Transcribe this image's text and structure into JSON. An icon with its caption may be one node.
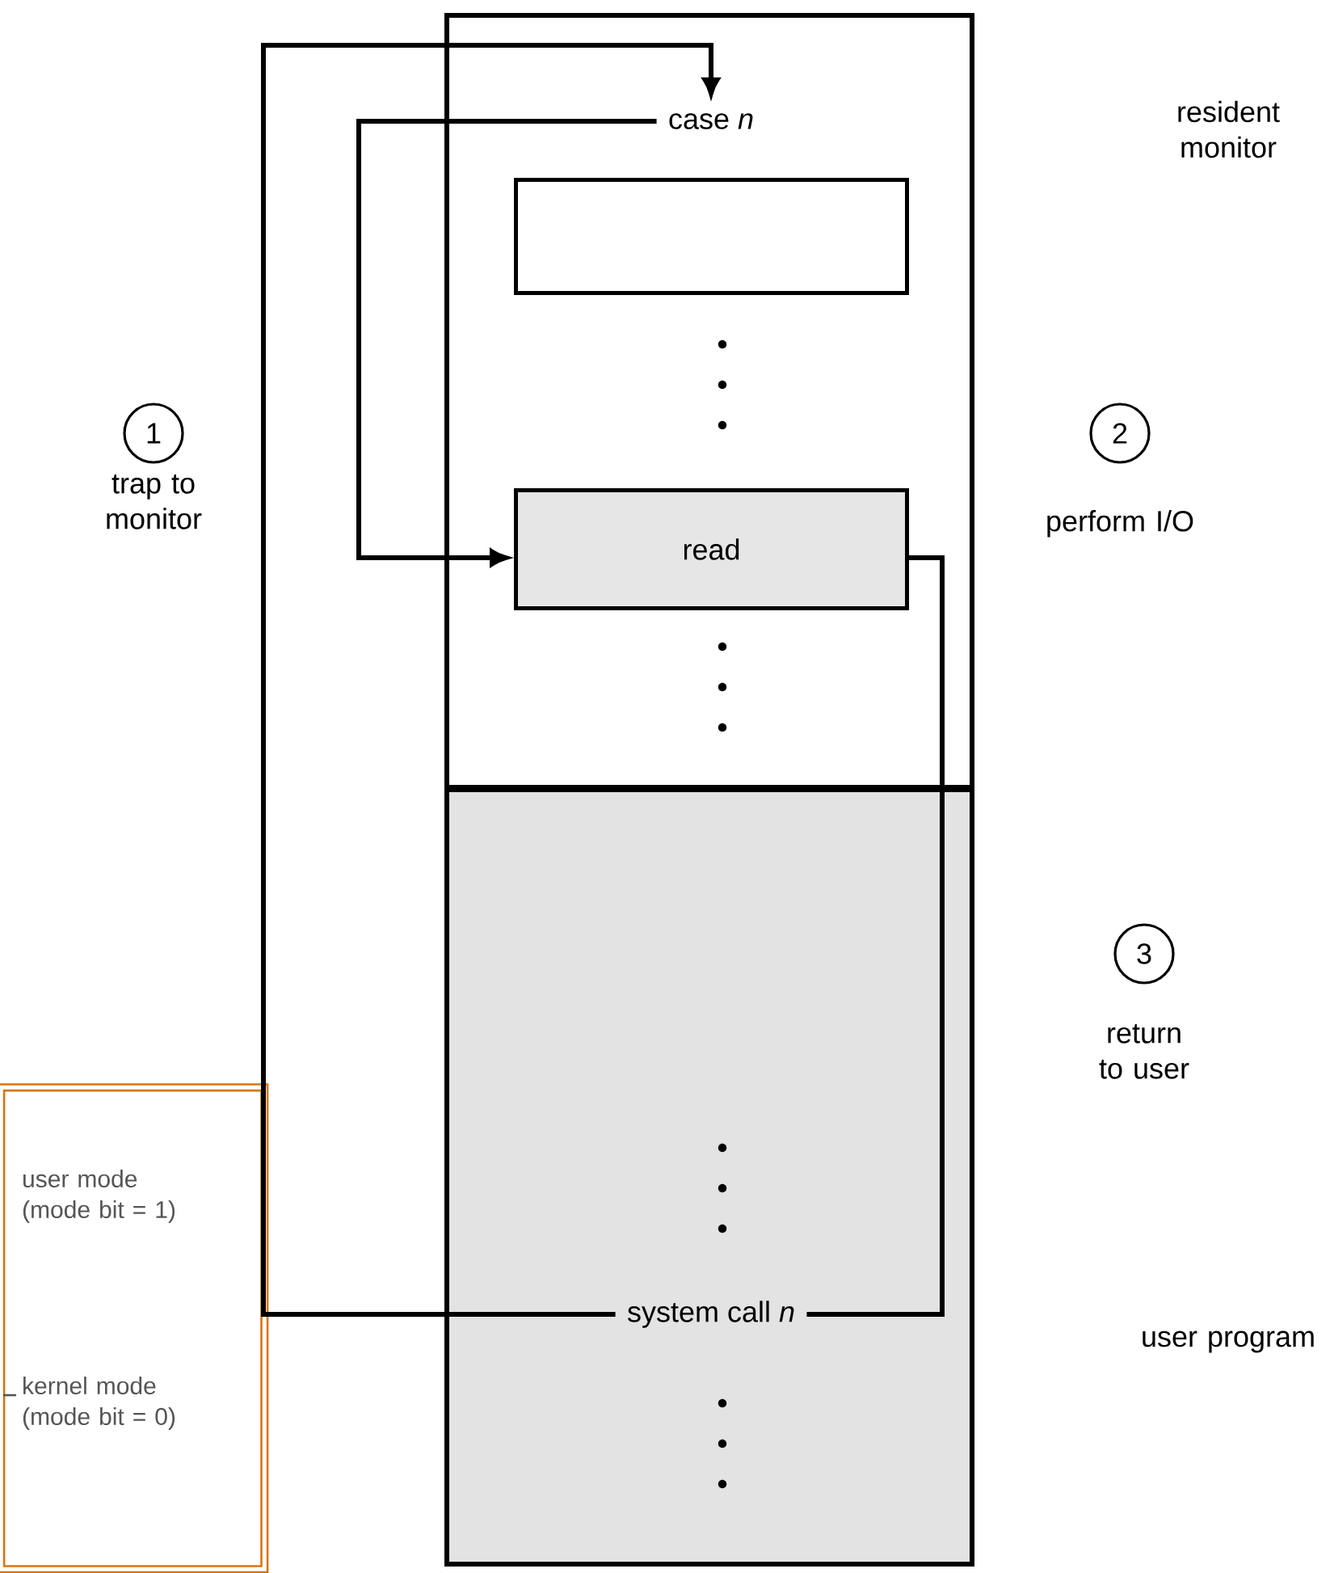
{
  "diagram": {
    "nodes": [
      {
        "text": [],
        "shape": "box"
      },
      {
        "text": [],
        "shape": "box"
      },
      {
        "text": [
          "case *n*"
        ],
        "in": 0
      },
      {
        "text": [],
        "shape": "box",
        "in": 0
      },
      {
        "text": [
          "read"
        ],
        "in": 0
      },
      {
        "text": [
          "system call *n*"
        ],
        "in": 1
      },
      {
        "text": [
          "1"
        ],
        "beside": [
          "trap to monitor"
        ]
      },
      {
        "text": [
          "2"
        ],
        "beside": [
          "perform I/O"
        ]
      },
      {
        "text": [
          "3"
        ],
        "beside": [
          "return to user"
        ]
      },
      {
        "text": [
          "user mode (mode bit = 1)",
          "kernel mode (mode bit = 0)"
        ]
      }
    ],
    "edges": [
      {
        "from": 5,
        "to": 2,
        "arrow": "to"
      },
      {
        "from": 2,
        "to": 4,
        "arrow": "to"
      },
      {
        "from": 4,
        "to": 5,
        "arrow": "none"
      }
    ],
    "labels": [
      "resident monitor",
      "user program"
    ]
  }
}
